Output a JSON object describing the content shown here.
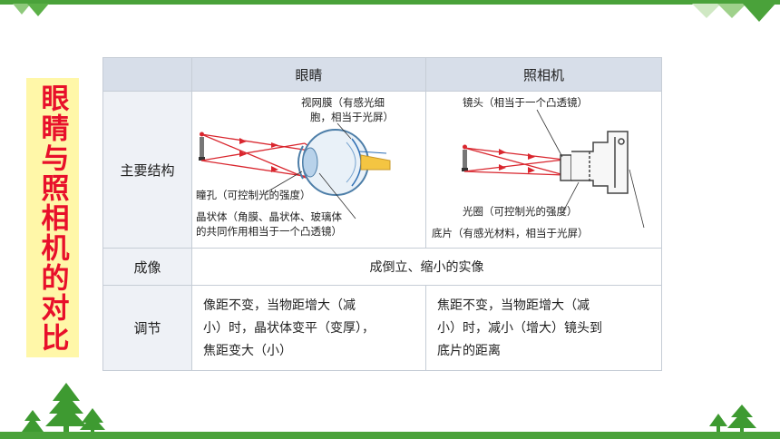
{
  "side_title": "眼睛与照相机的对比",
  "table": {
    "headers": [
      "",
      "眼睛",
      "照相机"
    ],
    "rows": [
      {
        "label": "主要结构",
        "eye_annotations": [
          "视网膜（有感光细",
          "胞，相当于光屏）",
          "瞳孔（可控制光的强度）",
          "晶状体（角膜、晶状体、玻璃体",
          "的共同作用相当于一个凸透镜）"
        ],
        "camera_annotations": [
          "镜头（相当于一个凸透镜）",
          "光圈（可控制光的强度）",
          "底片（有感光材料，相当于光屏）"
        ]
      },
      {
        "label": "成像",
        "merged": "成倒立、缩小的实像"
      },
      {
        "label": "调节",
        "eye_lines": [
          "像距不变，当物距增大（减",
          "小）时，晶状体变平（变厚），",
          "焦距变大（小）"
        ],
        "camera_lines": [
          "焦距不变，当物距增大（减",
          "小）时，减小（增大）镜头到",
          "底片的距离"
        ]
      }
    ]
  },
  "colors": {
    "accent_green": "#4aa23a",
    "title_red": "#e8102a",
    "title_bg": "#fff7a8",
    "header_bg": "#d7dee9",
    "ray_red": "#d9262e"
  }
}
